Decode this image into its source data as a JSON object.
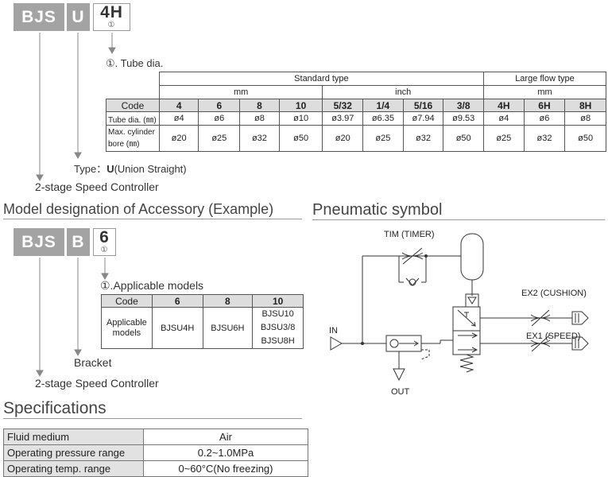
{
  "top": {
    "blocks": [
      "BJS",
      "U",
      "4H"
    ],
    "block_sub": "①",
    "note": "①. Tube dia.",
    "type_label": "Type：",
    "type_code": "U",
    "type_desc": "(Union Straight)",
    "series_label": "2-stage Speed Controller",
    "table": {
      "groups": {
        "standard": "Standard type",
        "large": "Large flow type"
      },
      "units": {
        "std_mm": "mm",
        "std_inch": "inch",
        "large_mm": "mm"
      },
      "code_label": "Code",
      "codes": [
        "4",
        "6",
        "8",
        "10",
        "5/32",
        "1/4",
        "5/16",
        "3/8",
        "4H",
        "6H",
        "8H"
      ],
      "tube_label": "Tube dia. (㎜)",
      "tube": [
        "ø4",
        "ø6",
        "ø8",
        "ø10",
        "ø3.97",
        "ø6.35",
        "ø7.94",
        "ø9.53",
        "ø4",
        "ø6",
        "ø8"
      ],
      "bore_label_1": "Max. cylinder",
      "bore_label_2": "bore (㎜)",
      "bore": [
        "ø20",
        "ø25",
        "ø32",
        "ø50",
        "ø20",
        "ø25",
        "ø32",
        "ø50",
        "ø25",
        "ø32",
        "ø50"
      ]
    }
  },
  "accessory": {
    "title": "Model designation of Accessory (Example)",
    "blocks": [
      "BJS",
      "B",
      "6"
    ],
    "block_sub": "①",
    "note": "①.Applicable models",
    "bracket_label": "Bracket",
    "series_label": "2-stage Speed Controller",
    "table": {
      "code_label": "Code",
      "codes": [
        "6",
        "8",
        "10"
      ],
      "row_label_1": "Applicable",
      "row_label_2": "models",
      "models": [
        "BJSU4H",
        "BJSU6H"
      ],
      "models_10": [
        "BJSU10",
        "BJSU3/8",
        "BJSU8H"
      ]
    }
  },
  "pneumatic": {
    "title": "Pneumatic symbol",
    "labels": {
      "timer": "TIM (TIMER)",
      "cushion": "EX2 (CUSHION)",
      "speed": "EX1 (SPEED)",
      "in": "IN",
      "out": "OUT"
    }
  },
  "specs": {
    "title": "Specifications",
    "rows": [
      {
        "k": "Fluid medium",
        "v": "Air"
      },
      {
        "k": "Operating pressure range",
        "v": "0.2~1.0MPa"
      },
      {
        "k": "Operating temp. range",
        "v": "0~60°C(No freezing)"
      }
    ]
  }
}
